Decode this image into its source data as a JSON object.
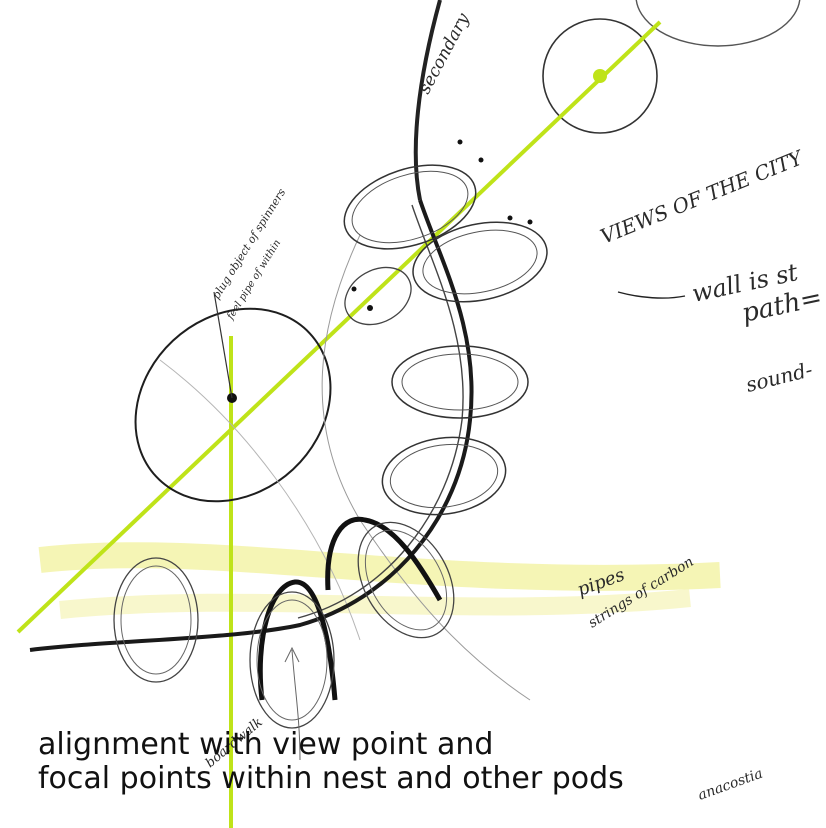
{
  "colors": {
    "accent_line": "#bfe319",
    "highlighter": "#f3f2a3",
    "ink": "#222222",
    "paper": "#ffffff"
  },
  "annotations": {
    "secondary": "secondary",
    "views": "VIEWS OF THE CITY",
    "wall": "wall is st",
    "path": "path=",
    "sound": "sound-",
    "pipes": "pipes",
    "strings": "strings of carbon",
    "focal_note_1": "plug object of spinners",
    "focal_note_2": "feel pipe of within",
    "boardwalk": "boardwalk",
    "anacostia": "anacostia"
  },
  "caption": {
    "line1": "alignment with view point and",
    "line2": "focal points within nest and other pods"
  }
}
